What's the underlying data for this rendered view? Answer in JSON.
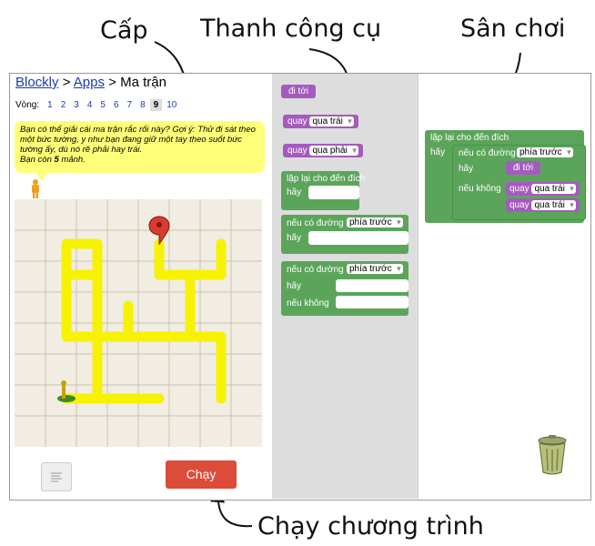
{
  "callouts": {
    "levels": "Cấp",
    "toolbox": "Thanh công cụ",
    "workspace": "Sân chơi",
    "run": "Chạy chương trình"
  },
  "breadcrumb": {
    "blockly": "Blockly",
    "sep1": ">",
    "apps": "Apps",
    "sep2": ">",
    "current": "Ma trận"
  },
  "levels": {
    "label": "Vòng:",
    "items": [
      "1",
      "2",
      "3",
      "4",
      "5",
      "6",
      "7",
      "8",
      "9",
      "10"
    ],
    "current": "9"
  },
  "bubble": {
    "text": "Bạn có thể giải cái ma trận rắc rối này? Gợi ý: Thử đi sát theo một bức tường, y như bạn đang giữ một tay theo suốt bức tường ấy, dù nó rẽ phải hay trái.",
    "pieces_prefix": "Bạn còn ",
    "pieces_count": "5",
    "pieces_suffix": " mảnh."
  },
  "buttons": {
    "run": "Chạy"
  },
  "toolbox": {
    "move_forward": "đi tới",
    "turn_left_prefix": "quay",
    "turn_left_option": "qua trái",
    "turn_right_prefix": "quay",
    "turn_right_option": "qua phải",
    "repeat_label": "lặp lại cho đến đích",
    "repeat_do": "hãy",
    "if_label": "nếu có đường",
    "if_option": "phía trước",
    "if_do": "hãy",
    "ifelse_label": "nếu có đường",
    "ifelse_option": "phía trước",
    "ifelse_do": "hãy",
    "ifelse_else": "nếu không"
  },
  "workspace": {
    "repeat_label": "lặp lại cho đến đích",
    "repeat_do": "hãy",
    "if_label": "nếu có đường",
    "if_option": "phía trước",
    "if_do": "hãy",
    "move_forward": "đi tới",
    "else_label": "nếu không",
    "turn1_prefix": "quay",
    "turn1_option": "qua trái",
    "turn2_prefix": "quay",
    "turn2_option": "qua trái"
  },
  "colors": {
    "movement_block": "#a55bbd",
    "logic_block": "#5ba55b",
    "maze_path": "#f7f200",
    "run_button": "#dd4b39"
  }
}
